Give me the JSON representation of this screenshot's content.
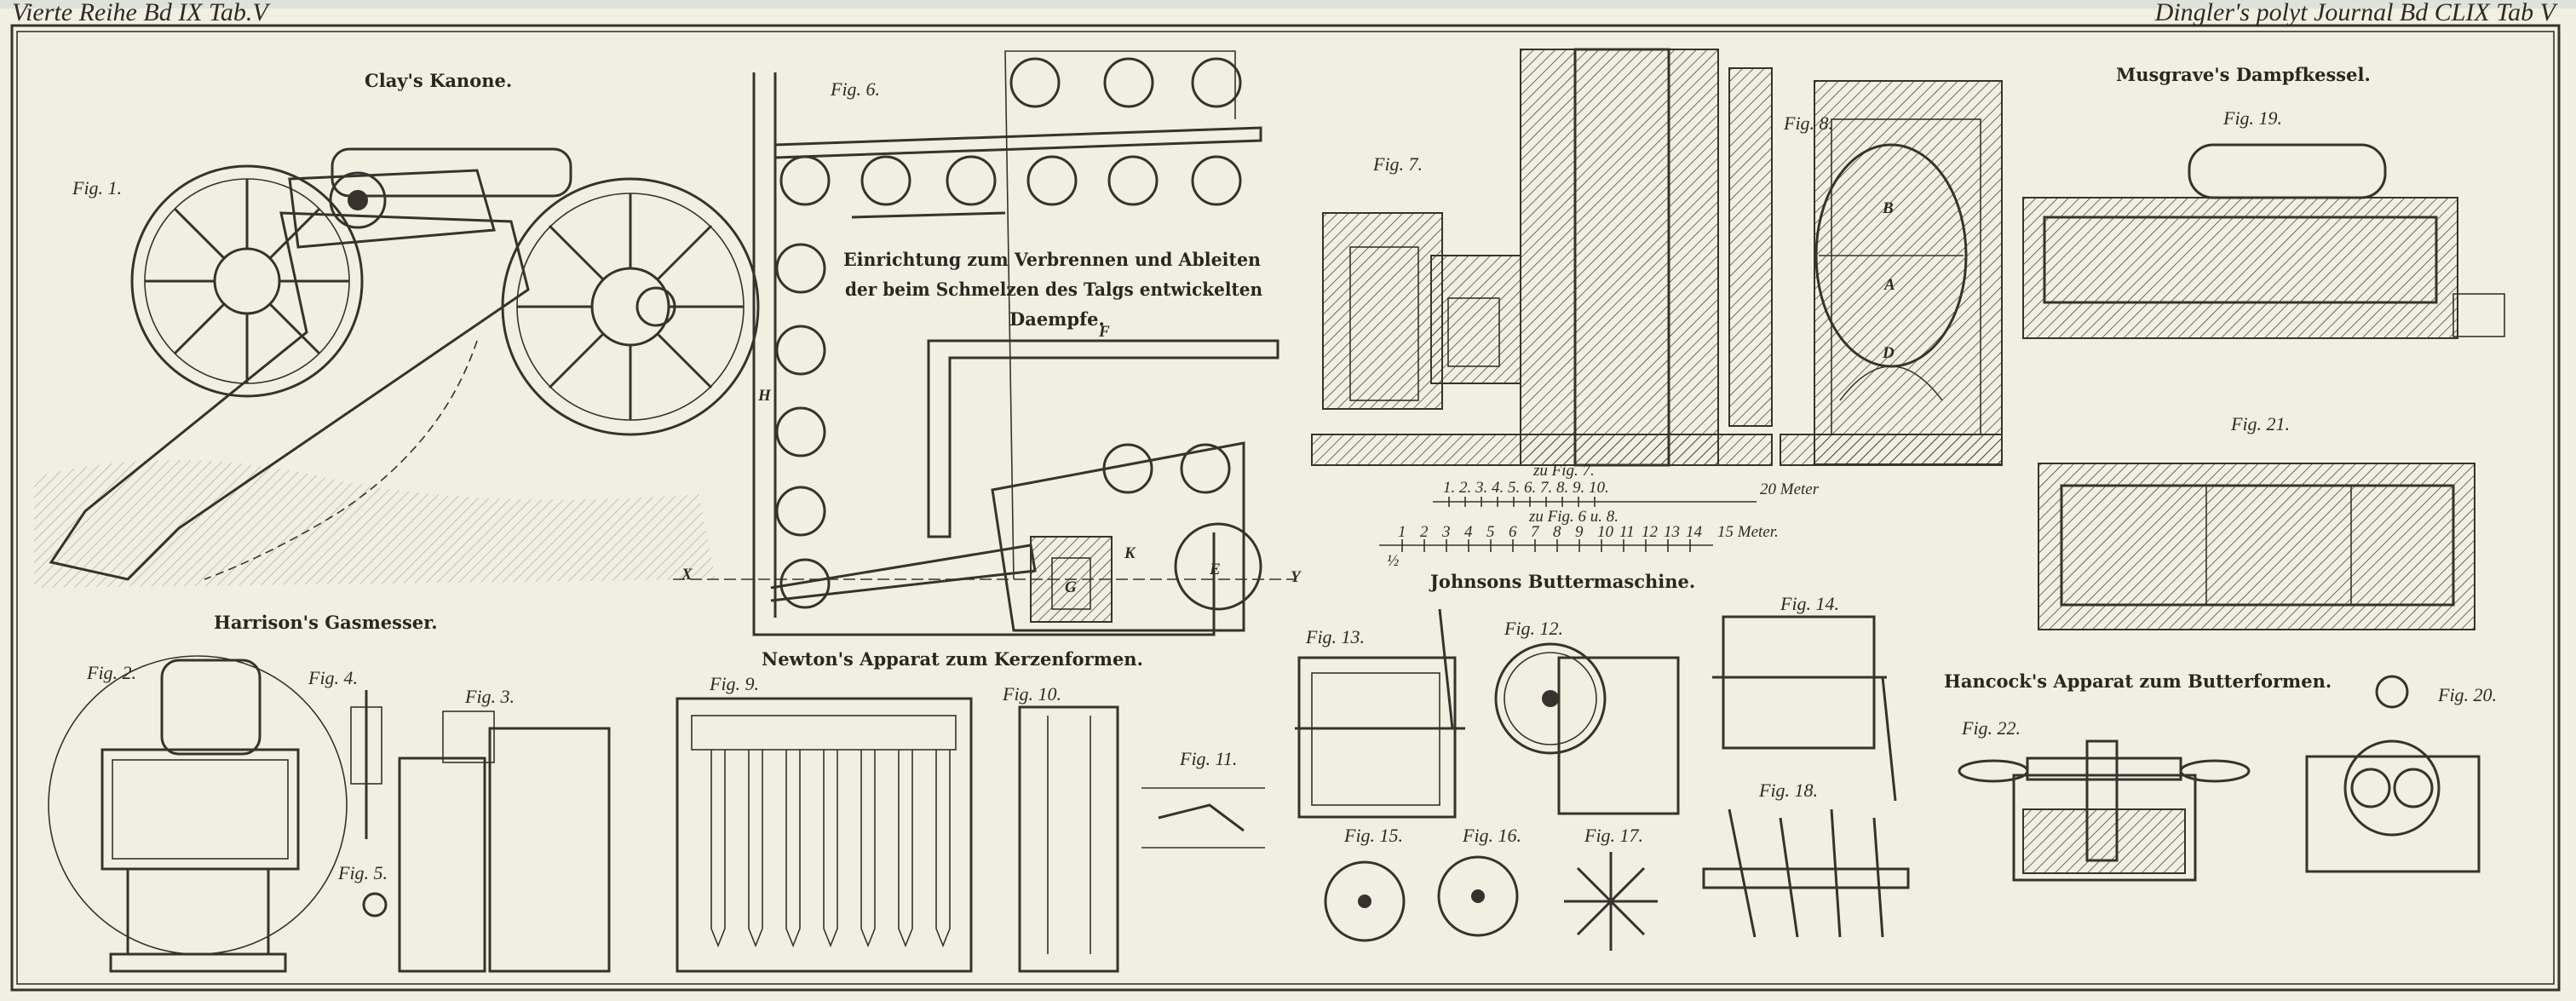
{
  "header": {
    "left": "Vierte Reihe Bd IX Tab.V",
    "right": "Dingler's polyt Journal Bd CLIX Tab V"
  },
  "titles": {
    "cannon": "Clay's Kanone.",
    "tallow": [
      "Einrichtung zum Verbrennen und Ableiten",
      "der beim Schmelzen des Talgs entwickelten",
      "Daempfe."
    ],
    "musgrave": "Musgrave's Dampfkessel.",
    "johnson": "Johnsons Buttermaschine.",
    "harrison": "Harrison's Gasmesser.",
    "newton": "Newton's Apparat zum Kerzenformen.",
    "hancock": "Hancock's Apparat zum Butterformen."
  },
  "figures": {
    "f1": "Fig. 1.",
    "f2": "Fig. 2.",
    "f3": "Fig. 3.",
    "f4": "Fig. 4.",
    "f5": "Fig. 5.",
    "f6": "Fig. 6.",
    "f7": "Fig. 7.",
    "f8": "Fig. 8.",
    "f9": "Fig. 9.",
    "f10": "Fig. 10.",
    "f11": "Fig. 11.",
    "f12": "Fig. 12.",
    "f13": "Fig. 13.",
    "f14": "Fig. 14.",
    "f15": "Fig. 15.",
    "f16": "Fig. 16.",
    "f17": "Fig. 17.",
    "f18": "Fig. 18.",
    "f19": "Fig. 19.",
    "f20": "Fig. 20.",
    "f21": "Fig. 21.",
    "f22": "Fig. 22."
  },
  "parts": {
    "A": "A",
    "B": "B",
    "E": "E",
    "F": "F",
    "H": "H",
    "X": "X",
    "Y": "Y",
    "G": "G",
    "D": "D",
    "K": "K"
  },
  "scales": {
    "fig7_label": "zu Fig. 7.",
    "fig7_ticks": [
      "1.",
      "2.",
      "3.",
      "4.",
      "5.",
      "6.",
      "7.",
      "8.",
      "9.",
      "10."
    ],
    "fig7_end": "20 Meter",
    "fig68_label": "zu Fig. 6 u. 8.",
    "fig68_ticks": [
      "1",
      "2",
      "3",
      "4",
      "5",
      "6",
      "7",
      "8",
      "9",
      "10",
      "11",
      "12",
      "13",
      "14"
    ],
    "fig68_half": "½",
    "fig68_end": "15 Meter."
  }
}
